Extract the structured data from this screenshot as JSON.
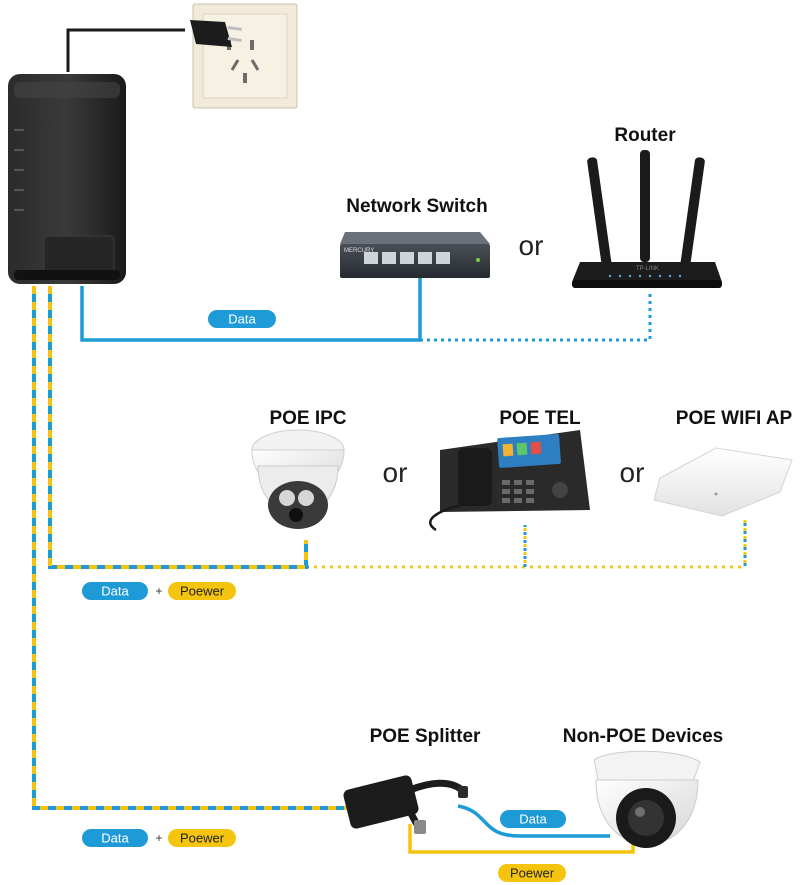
{
  "labels": {
    "router": "Router",
    "network_switch": "Network Switch",
    "poe_ipc": "POE IPC",
    "poe_tel": "POE TEL",
    "poe_wifi_ap": "POE WIFI AP",
    "poe_splitter": "POE Splitter",
    "non_poe_devices": "Non-POE Devices"
  },
  "connectors": {
    "or_1": "or",
    "or_2": "or",
    "or_3": "or",
    "plus": "+"
  },
  "pills": {
    "data": "Data",
    "power": "Poewer"
  },
  "switch_brand": "MERCURY",
  "router_brand": "TP-LINK",
  "colors": {
    "data_blue": "#1e9bd7",
    "power_yellow": "#f5c40f",
    "device_black": "#1c1c1c",
    "wall_plate": "#f1ead8"
  }
}
